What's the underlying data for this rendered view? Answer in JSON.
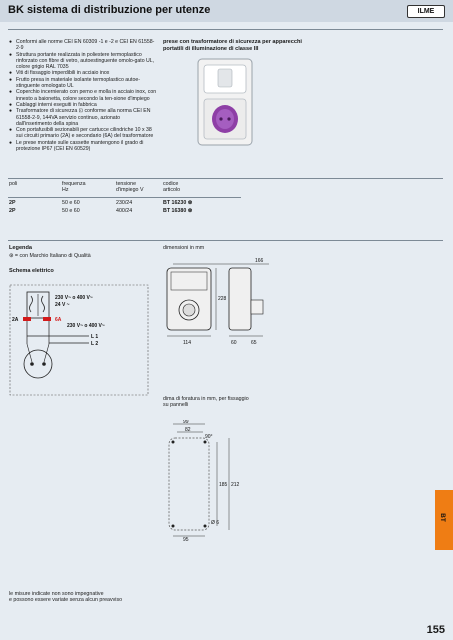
{
  "header": {
    "title": "BK sistema di distribuzione per utenze",
    "logo_text": "ILME"
  },
  "features": [
    "Conformi alle norme CEI EN 60309 -1 e -2 e CEI EN 61558-2-9",
    "Struttura portante realizzata in poliestere termoplastico rinforzato con fibre di vetro, autoestinguente omolo-gato UL, colore grigio RAL 7035",
    "Viti di fissaggio imperdibili in acciaio inox",
    "Frutto presa in materiale isolante termoplastico autoe-stinguente omologato UL",
    "Coperchio incernierato con perno e molla in acciaio inox, con innesto a baionetta, colore secondo la ten-sione d'impiego",
    "Cablaggi interni eseguiti in fabbrica",
    "Trasformatore di sicurezza ⊡ conforme alla norma CEI EN 61558-2-9, 144VA servizio continuo, azionato dall'inserimento della spina",
    "Con portafusibili sezionabili per cartucce cilindriche 10 x 38 sui circuiti primario (2A) e secondario (6A) del trasformatore",
    "Le prese montate sulle cassette mantengono il grado di protezione IP67 (CEI EN 60529)"
  ],
  "product_heading": "prese con trasformatore di sicurezza per apparecchi portatili di illuminazione di classe III",
  "table": {
    "headers": [
      [
        "poli",
        ""
      ],
      [
        "frequenza",
        "Hz"
      ],
      [
        "tensione",
        "d'impiego V"
      ],
      [
        "codice",
        "articolo"
      ]
    ],
    "rows": [
      [
        "2P",
        "50 e 60",
        "230/24",
        "BT 16230 ⊛"
      ],
      [
        "2P",
        "50 e 60",
        "400/24",
        "BT 16380 ⊛"
      ]
    ]
  },
  "legend": {
    "title": "Legenda",
    "item": "⊛  = con Marchio Italiano di Qualità"
  },
  "dimensions_label": "dimensioni in mm",
  "schema_title": "Schema elettrico",
  "schema_labels": {
    "v_primary": "230 V~ o 400 V~",
    "v_secondary": "24 V ~",
    "fuse_2a": "2A",
    "fuse_6a": "6A",
    "v_line": "230 V~ o 400 V~",
    "l1": "L 1",
    "l2": "L 2"
  },
  "dimension_values": {
    "width_top": "166",
    "height": "228",
    "front_width": "114",
    "depth_a": "60",
    "depth_b": "65"
  },
  "drilling": {
    "caption": "dima di foratura in mm, per fissaggio su pannelli",
    "w_outer": "99",
    "w_inner": "82",
    "angle": "90°",
    "h_inner": "185",
    "h_outer": "212",
    "w_bottom": "95",
    "hole": "Ø 6"
  },
  "footnote": [
    "le misure indicate non sono impegnative",
    "e possono essere variate senza alcun preavviso"
  ],
  "page_number": "155",
  "side_tab": "BT",
  "colors": {
    "accent_tab": "#ef7d14",
    "page_bg": "#e6ecf2",
    "schema_red": "#d21a1a",
    "socket_purple": "#8e3fa6"
  }
}
